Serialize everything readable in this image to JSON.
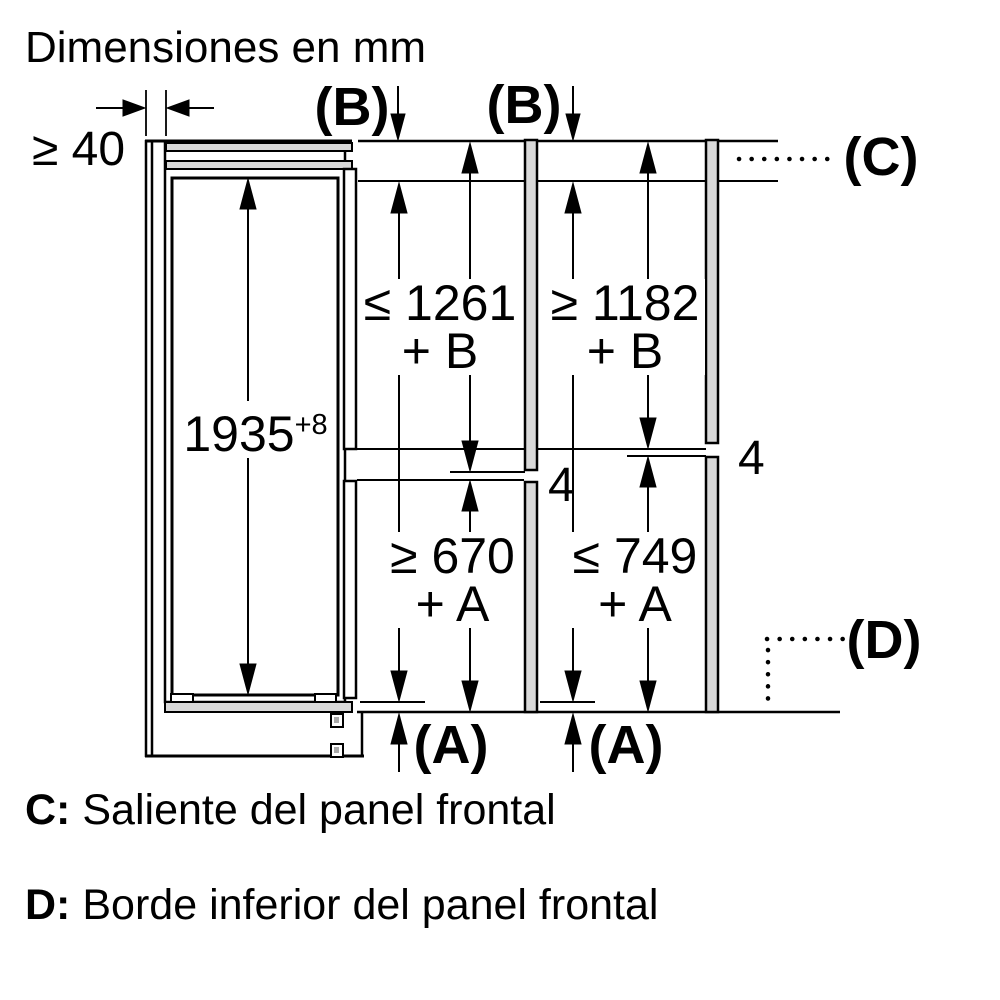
{
  "title": "Dimensiones en mm",
  "diagram": {
    "wall_gap_label": "≥ 40",
    "niche_height": {
      "value": "1935",
      "tolerance": "+8"
    },
    "panel_top_label": "(B)",
    "ref_c_label": "(C)",
    "ref_d_label": "(D)",
    "ref_a_label": "(A)",
    "col2": {
      "upper": {
        "line1": "≤ 1261",
        "line2": "+ B"
      },
      "lower": {
        "line1": "≥ 670",
        "line2": "+ A"
      },
      "gap": "4"
    },
    "col3": {
      "upper": {
        "line1": "≥ 1182",
        "line2": "+ B"
      },
      "lower": {
        "line1": "≤ 749",
        "line2": "+ A"
      },
      "gap": "4"
    }
  },
  "legend": {
    "c": {
      "key": "C:",
      "text": "Saliente del panel frontal"
    },
    "d": {
      "key": "D:",
      "text": "Borde inferior del panel frontal"
    }
  },
  "colors": {
    "line": "#000000",
    "panel_fill": "#d9d9d9",
    "background": "#ffffff"
  }
}
